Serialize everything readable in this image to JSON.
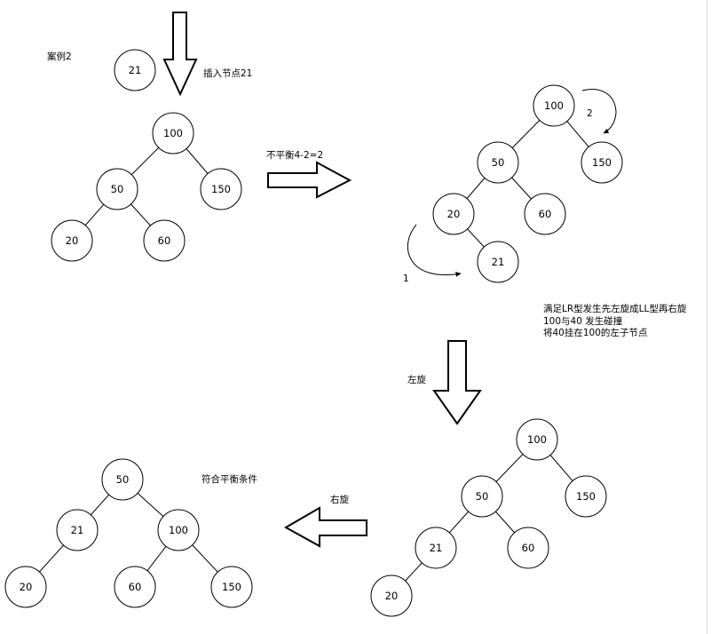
{
  "labels": {
    "case": "案例2",
    "insert": "插入节点21",
    "unbalanced": "不平衡4-2=2",
    "desc_line1": "满足LR型发生先左旋成LL型再右旋",
    "desc_line2": "100与40 发生碰撞",
    "desc_line3": "将40挂在100的左子节点",
    "left_rotate": "左旋",
    "right_rotate": "右旋",
    "balanced": "符合平衡条件",
    "rot_mark_1": "1",
    "rot_mark_2": "2"
  },
  "insert_node": {
    "value": "21"
  },
  "trees": [
    {
      "name": "tree-initial",
      "nodes": [
        {
          "id": "n100",
          "value": "100"
        },
        {
          "id": "n50",
          "value": "50"
        },
        {
          "id": "n150",
          "value": "150"
        },
        {
          "id": "n20",
          "value": "20"
        },
        {
          "id": "n60",
          "value": "60"
        }
      ],
      "edges": [
        [
          "n100",
          "n50"
        ],
        [
          "n100",
          "n150"
        ],
        [
          "n50",
          "n20"
        ],
        [
          "n50",
          "n60"
        ]
      ]
    },
    {
      "name": "tree-after-insert",
      "nodes": [
        {
          "id": "n100",
          "value": "100"
        },
        {
          "id": "n50",
          "value": "50"
        },
        {
          "id": "n150",
          "value": "150"
        },
        {
          "id": "n20",
          "value": "20"
        },
        {
          "id": "n60",
          "value": "60"
        },
        {
          "id": "n21",
          "value": "21"
        }
      ],
      "edges": [
        [
          "n100",
          "n50"
        ],
        [
          "n100",
          "n150"
        ],
        [
          "n50",
          "n20"
        ],
        [
          "n50",
          "n60"
        ],
        [
          "n20",
          "n21"
        ]
      ]
    },
    {
      "name": "tree-after-left-rotation",
      "nodes": [
        {
          "id": "n100",
          "value": "100"
        },
        {
          "id": "n50",
          "value": "50"
        },
        {
          "id": "n150",
          "value": "150"
        },
        {
          "id": "n21",
          "value": "21"
        },
        {
          "id": "n60",
          "value": "60"
        },
        {
          "id": "n20",
          "value": "20"
        }
      ],
      "edges": [
        [
          "n100",
          "n50"
        ],
        [
          "n100",
          "n150"
        ],
        [
          "n50",
          "n21"
        ],
        [
          "n50",
          "n60"
        ],
        [
          "n21",
          "n20"
        ]
      ]
    },
    {
      "name": "tree-after-right-rotation",
      "nodes": [
        {
          "id": "n50",
          "value": "50"
        },
        {
          "id": "n21",
          "value": "21"
        },
        {
          "id": "n100",
          "value": "100"
        },
        {
          "id": "n20",
          "value": "20"
        },
        {
          "id": "n60",
          "value": "60"
        },
        {
          "id": "n150",
          "value": "150"
        }
      ],
      "edges": [
        [
          "n50",
          "n21"
        ],
        [
          "n50",
          "n100"
        ],
        [
          "n21",
          "n20"
        ],
        [
          "n100",
          "n60"
        ],
        [
          "n100",
          "n150"
        ]
      ]
    }
  ]
}
